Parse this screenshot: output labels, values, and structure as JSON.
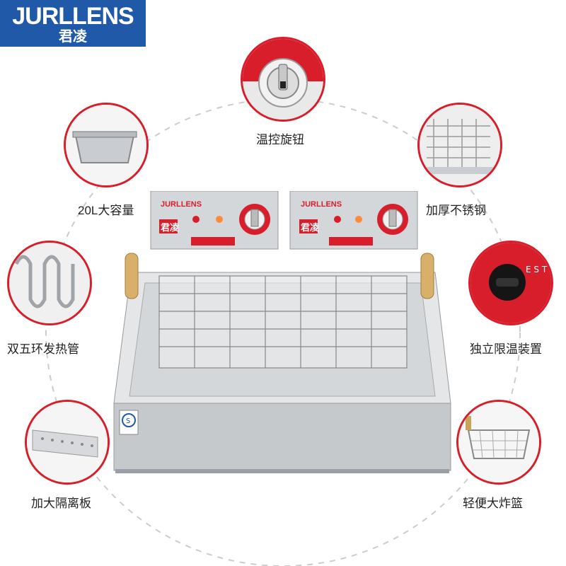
{
  "brand": {
    "name": "JURLLENS",
    "name_cn": "君凌"
  },
  "features": {
    "knob": "温控旋钮",
    "capacity": "20L大容量",
    "steel": "加厚不锈钢",
    "heating": "双五环发热管",
    "thermostat": "独立限温装置",
    "plate": "加大隔离板",
    "basket": "轻便大炸篮"
  },
  "product": {
    "panel_brand": "JURLLENS",
    "panel_cn": "君凌",
    "panel_left_cn": "君凌",
    "colors": {
      "accent": "#d81e2a",
      "steel": "#c9ccd0",
      "brand_blue": "#1f59a8"
    }
  }
}
